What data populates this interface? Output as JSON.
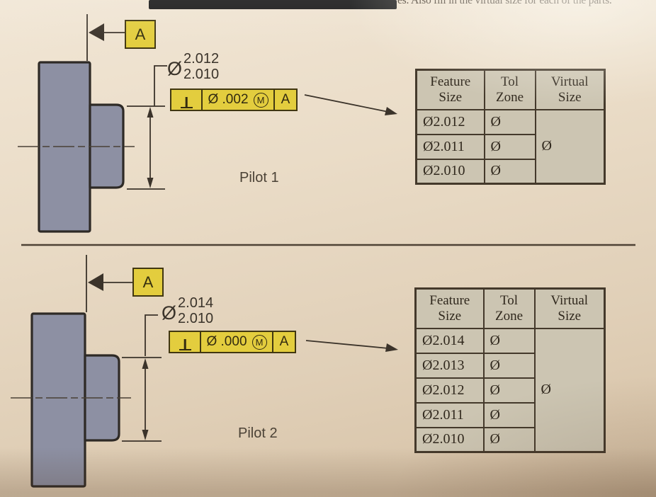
{
  "page": {
    "intro_text_fragment": "es. Also fill in the virtual size for each of the parts."
  },
  "colors": {
    "highlight_yellow": "#e3cd3e",
    "part_fill": "#8d90a3",
    "table_cell_bg": "#ccc5b2",
    "ink": "#3b332a"
  },
  "pilots": [
    {
      "name": "Pilot 1",
      "datum_flag": "A",
      "size_callout": {
        "dia": "Ø",
        "upper": "2.012",
        "lower": "2.010"
      },
      "fcf": {
        "characteristic": "perpendicularity",
        "tolerance": "Ø .002",
        "modifier": "M",
        "datum_ref": "A"
      },
      "table": {
        "headers": [
          {
            "line1": "Feature",
            "line2": "Size"
          },
          {
            "line1": "Tol",
            "line2": "Zone"
          },
          {
            "line1": "Virtual",
            "line2": "Size"
          }
        ],
        "rows": [
          {
            "feature": "Ø2.012",
            "tol_zone": "Ø"
          },
          {
            "feature": "Ø2.011",
            "tol_zone": "Ø"
          },
          {
            "feature": "Ø2.010",
            "tol_zone": "Ø"
          }
        ],
        "virtual_size": "Ø"
      }
    },
    {
      "name": "Pilot 2",
      "datum_flag": "A",
      "size_callout": {
        "dia": "Ø",
        "upper": "2.014",
        "lower": "2.010"
      },
      "fcf": {
        "characteristic": "perpendicularity",
        "tolerance": "Ø .000",
        "modifier": "M",
        "datum_ref": "A"
      },
      "table": {
        "headers": [
          {
            "line1": "Feature",
            "line2": "Size"
          },
          {
            "line1": "Tol",
            "line2": "Zone"
          },
          {
            "line1": "Virtual",
            "line2": "Size"
          }
        ],
        "rows": [
          {
            "feature": "Ø2.014",
            "tol_zone": "Ø"
          },
          {
            "feature": "Ø2.013",
            "tol_zone": "Ø"
          },
          {
            "feature": "Ø2.012",
            "tol_zone": "Ø"
          },
          {
            "feature": "Ø2.011",
            "tol_zone": "Ø"
          },
          {
            "feature": "Ø2.010",
            "tol_zone": "Ø"
          }
        ],
        "virtual_size": "Ø"
      }
    }
  ]
}
